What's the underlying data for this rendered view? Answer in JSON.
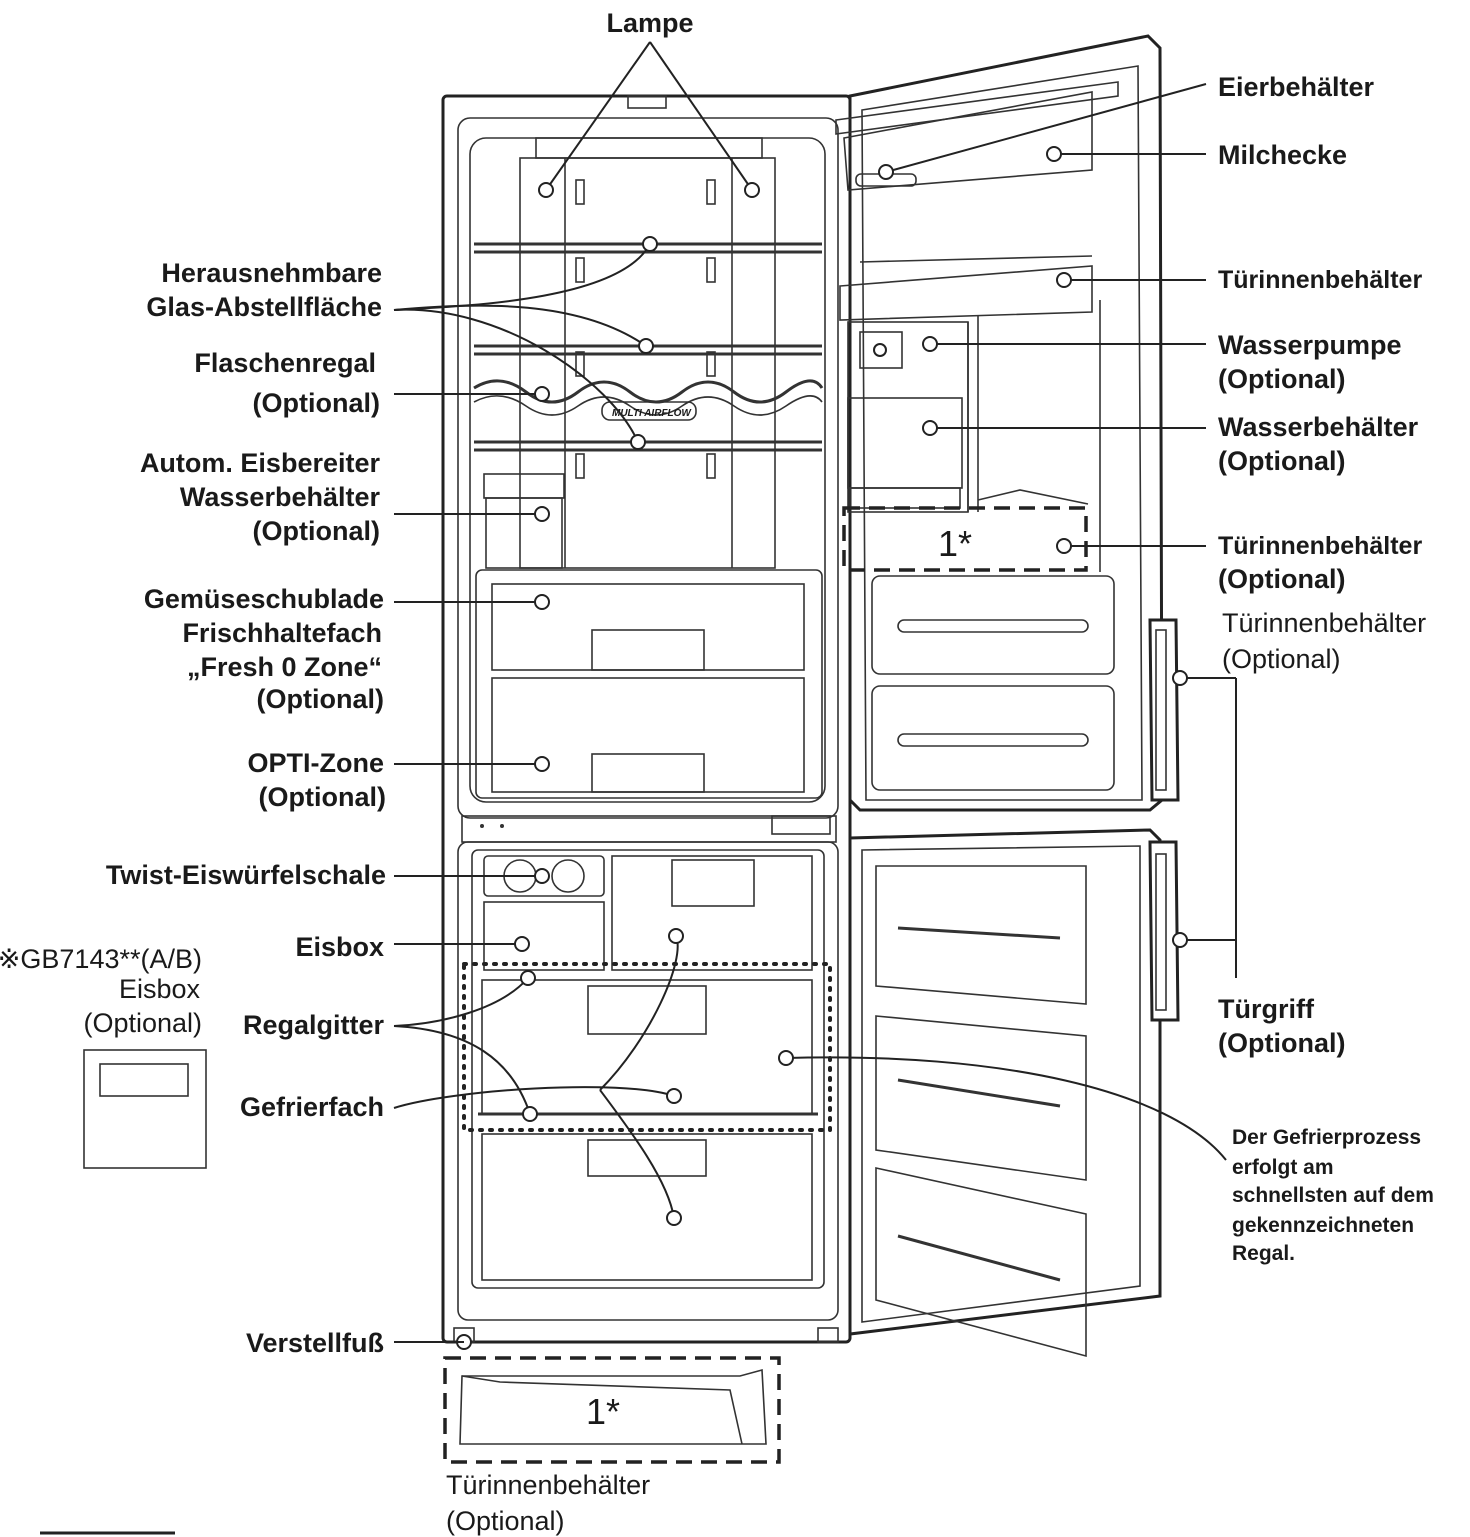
{
  "labels": {
    "lampe": "Lampe",
    "glass_shelf_1": "Herausnehmbare",
    "glass_shelf_2": "Glas-Abstellfläche",
    "bottle_rack": "Flaschenregal",
    "optional": "(Optional)",
    "icemaker_1": "Autom. Eisbereiter",
    "icemaker_2": "Wasserbehälter",
    "veg_1": "Gemüseschublade",
    "veg_2": "Frischhaltefach",
    "veg_3": "„Fresh 0 Zone“",
    "opti_zone": "OPTI-Zone",
    "twist_tray": "Twist-Eiswürfelschale",
    "eisbox": "Eisbox",
    "regalgitter": "Regalgitter",
    "gefrierfach": "Gefrierfach",
    "verstellfuss": "Verstellfuß",
    "model_note": "※GB7143**(A/B)",
    "eierbehaelter": "Eierbehälter",
    "milchecke": "Milchecke",
    "tuerinnenbehaelter": "Türinnenbehälter",
    "wasserpumpe": "Wasserpumpe",
    "wasserbehaelter": "Wasserbehälter",
    "tuergriff": "Türgriff",
    "freeze_note": [
      "Der Gefrierprozess",
      "erfolgt am",
      "schnellsten auf dem",
      "gekennzeichneten",
      "Regal."
    ],
    "marker": "1*",
    "airflow": "MULTI AIRFLOW"
  }
}
